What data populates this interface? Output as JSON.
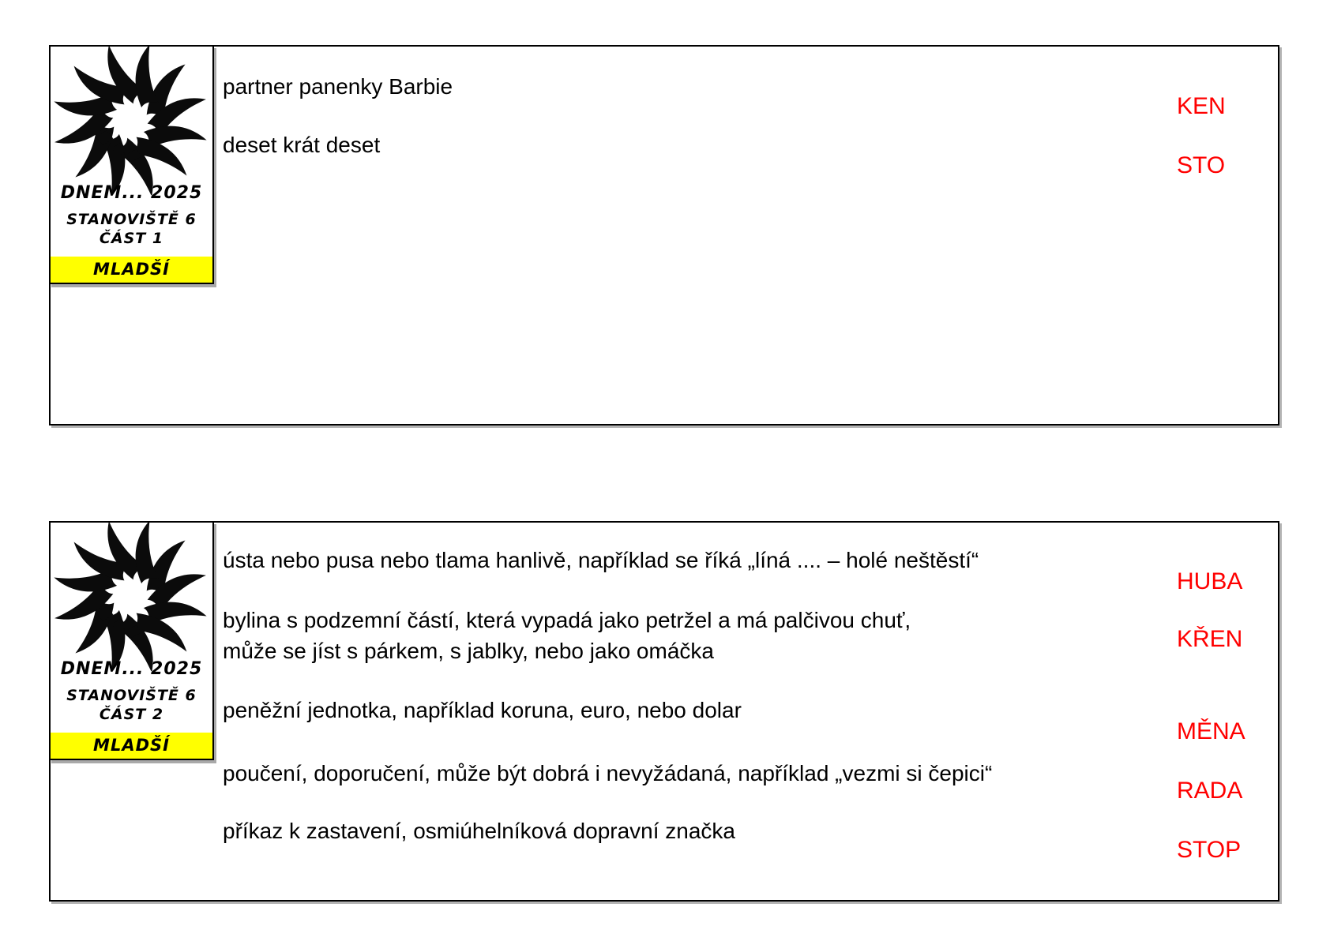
{
  "colors": {
    "answer-red": "#ff0000",
    "highlight-yellow": "#ffff00",
    "card-border": "#000000"
  },
  "cards": [
    {
      "badge": {
        "event": "DNEM...  2025",
        "station": "STANOVIŠTĚ  6",
        "part": "ČÁST 1",
        "category": "MLADŠÍ"
      },
      "clues": [
        "partner panenky Barbie",
        "deset krát deset"
      ],
      "answers": [
        "KEN",
        "STO"
      ]
    },
    {
      "badge": {
        "event": "DNEM...  2025",
        "station": "STANOVIŠTĚ  6",
        "part": "ČÁST 2",
        "category": "MLADŠÍ"
      },
      "clues": [
        "ústa nebo pusa nebo tlama hanlivě, například se říká „líná .... – holé neštěstí“",
        "bylina s podzemní částí, která vypadá jako petržel a má palčivou chuť,\nmůže se jíst s párkem, s jablky, nebo jako omáčka",
        "peněžní jednotka, například koruna, euro, nebo dolar",
        "poučení, doporučení, může být dobrá i nevyžádaná, například „vezmi si čepici“",
        "příkaz k zastavení, osmiúhelníková dopravní značka"
      ],
      "answers": [
        "HUBA",
        "KŘEN",
        "MĚNA",
        "RADA",
        "STOP"
      ]
    }
  ]
}
